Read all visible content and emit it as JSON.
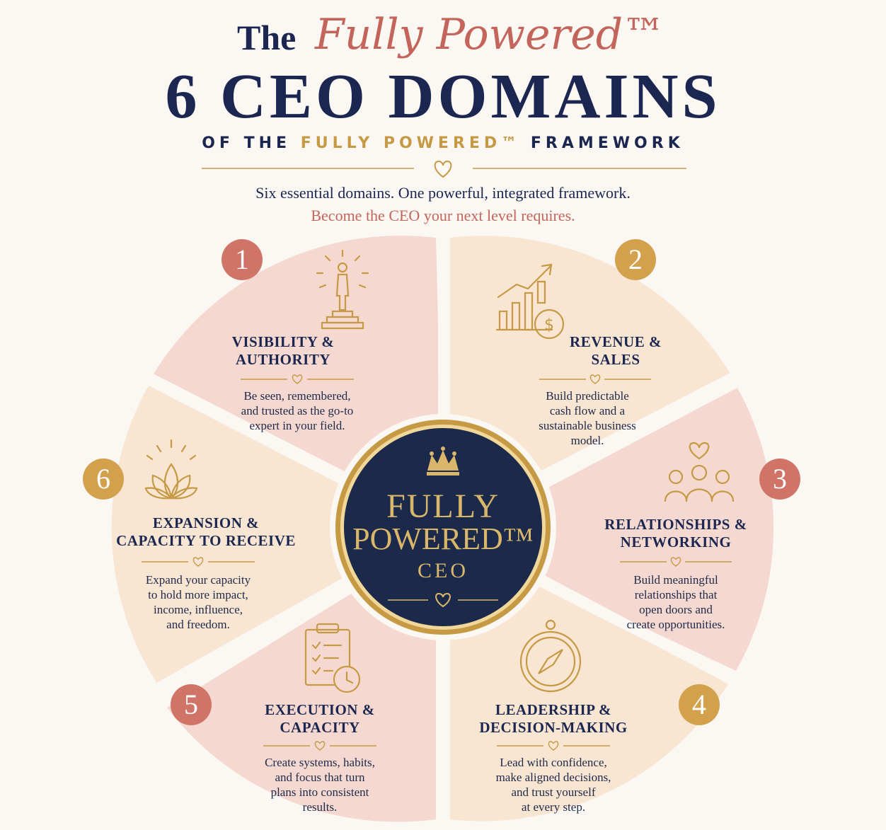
{
  "header": {
    "title_prefix": "The",
    "title_script": "Fully Powered™",
    "title_main": "6 CEO DOMAINS",
    "subtitle_part1": "OF THE",
    "subtitle_part2": "FULLY POWERED™",
    "subtitle_part3": "FRAMEWORK",
    "tagline_line1": "Six essential domains. One powerful, integrated framework.",
    "tagline_line2": "Become the CEO your next level requires."
  },
  "center": {
    "line1": "FULLY",
    "line2": "POWERED™",
    "line3": "CEO",
    "icon": "crown-icon"
  },
  "domains": [
    {
      "number": "1",
      "title_line1": "VISIBILITY &",
      "title_line2": "AUTHORITY",
      "desc": [
        "Be seen, remembered,",
        "and trusted as the go-to",
        "expert in your field."
      ],
      "icon": "spotlight-person-icon"
    },
    {
      "number": "2",
      "title_line1": "REVENUE &",
      "title_line2": "SALES",
      "desc": [
        "Build predictable",
        "cash flow and a",
        "sustainable business",
        "model."
      ],
      "icon": "growth-chart-dollar-icon"
    },
    {
      "number": "3",
      "title_line1": "RELATIONSHIPS &",
      "title_line2": "NETWORKING",
      "desc": [
        "Build meaningful",
        "relationships that",
        "open doors and",
        "create opportunities."
      ],
      "icon": "people-heart-icon"
    },
    {
      "number": "4",
      "title_line1": "LEADERSHIP &",
      "title_line2": "DECISION-MAKING",
      "desc": [
        "Lead with confidence,",
        "make aligned decisions,",
        "and trust yourself",
        "at every step."
      ],
      "icon": "compass-icon"
    },
    {
      "number": "5",
      "title_line1": "EXECUTION &",
      "title_line2": "CAPACITY",
      "desc": [
        "Create systems, habits,",
        "and focus that turn",
        "plans into consistent",
        "results."
      ],
      "icon": "clipboard-clock-icon"
    },
    {
      "number": "6",
      "title_line1": "EXPANSION &",
      "title_line2": "CAPACITY TO RECEIVE",
      "desc": [
        "Expand your capacity",
        "to hold more impact,",
        "income, influence,",
        "and freedom."
      ],
      "icon": "lotus-icon"
    }
  ],
  "colors": {
    "navy": "#1b2750",
    "gold": "#c69a44",
    "rose": "#c4655b",
    "rose_fill": "#f6ddd6",
    "peach_fill": "#f8e6d2"
  }
}
